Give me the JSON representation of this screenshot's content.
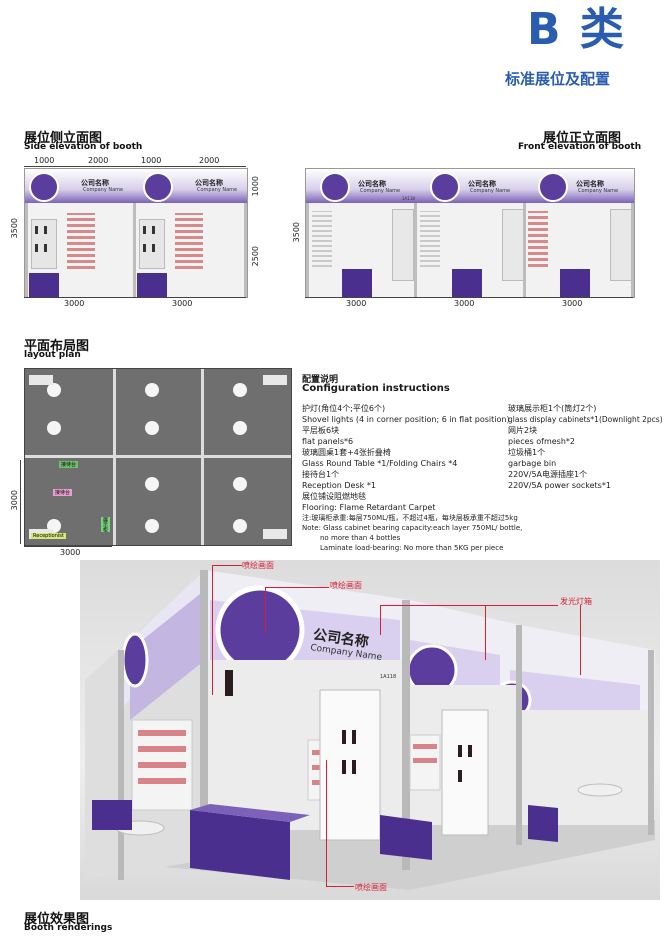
{
  "header": {
    "category": "B 类",
    "subtitle": "标准展位及配置"
  },
  "side_elevation": {
    "title_cn": "展位侧立面图",
    "title_en": "Side elevation of booth",
    "top_dims": [
      "1000",
      "2000",
      "1000",
      "2000"
    ],
    "right_dims": [
      "1000",
      "2500"
    ],
    "left_dim": "3500",
    "bottom_dims": [
      "3000",
      "3000"
    ],
    "company_cn": "公司名称",
    "company_en": "Company Name"
  },
  "front_elevation": {
    "title_cn": "展位正立面图",
    "title_en": "Front elevation of booth",
    "left_dim": "3500",
    "bottom_dims": [
      "3000",
      "3000",
      "3000"
    ],
    "company_cn": "公司名称",
    "company_en": "Company Name",
    "booth_no": "1A118"
  },
  "layout_plan": {
    "title_cn": "平面布局图",
    "title_en": "layout plan",
    "left_dim": "3000",
    "bottom_dim": "3000",
    "labels": [
      "接待台",
      "接待台",
      "Receptionist",
      "展示柜"
    ]
  },
  "config": {
    "title_cn": "配置说明",
    "title_en": "Configuration instructions",
    "left": [
      "护灯(角位4个;平位6个)",
      "Shovel lights (4 in corner position; 6 in flat position)",
      "平层板6块",
      "flat panels*6",
      "玻璃圆桌1套+4张折叠椅",
      "Glass Round Table *1/Folding Chairs *4",
      "接待台1个",
      "Reception Desk *1",
      "展位铺设阻燃地毯",
      "Flooring: Flame Retardant Carpet",
      "注:玻璃柜承重:每层750ML/瓶，不超过4瓶，每块层板承重不超过5kg",
      "Note: Glass cabinet bearing capacity:each layer 750ML/ bottle,",
      "no more than 4 bottles",
      "Laminate load-bearing: No more than 5KG per piece"
    ],
    "right": [
      "玻璃展示柜1个(筒灯2个)",
      "glass display cabinets*1(Downlight 2pcs)",
      "网片2块",
      "pieces ofmesh*2",
      "垃圾桶1个",
      "garbage bin",
      "220V/5A电源插座1个",
      "220V/5A power sockets*1"
    ]
  },
  "rendering": {
    "title_cn": "展位效果图",
    "title_en": "Booth renderings",
    "callouts": [
      "喷绘画面",
      "喷绘画面",
      "发光灯箱",
      "喷绘画面"
    ],
    "company_cn": "公司名称",
    "company_en": "Company Name",
    "booth_no": "1A118"
  },
  "colors": {
    "brand_blue": "#2a5db0",
    "booth_purple": "#5b3d9e",
    "callout_red": "#d61e3a"
  }
}
